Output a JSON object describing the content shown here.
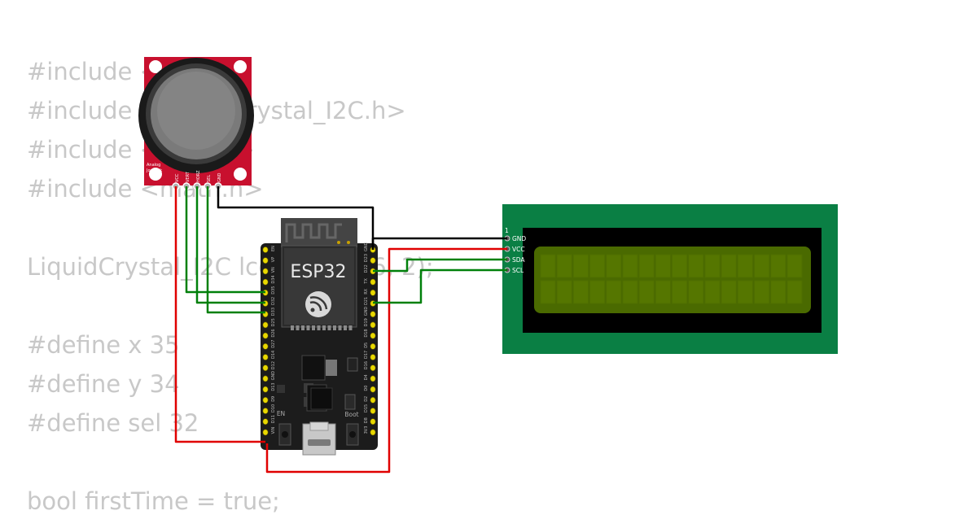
{
  "code": {
    "lines": [
      "#include <",
      "#include <LiquidCrystal_I2C.h>",
      "#include <Wire.h>",
      "#include <math.h>",
      "LiquidCrystal_I2C lcd(0x27, 16, 2);",
      "#define x 35",
      "#define y 34",
      "#define sel 32",
      "bool firstTime = true;"
    ]
  },
  "joystick": {
    "label_line1": "Analog",
    "label_line2": "Joystick",
    "pins": [
      "VCC",
      "VERT",
      "HORZ",
      "SEL",
      "GND"
    ],
    "board_color": "#c8102e"
  },
  "esp32": {
    "title": "ESP32",
    "en_label": "EN",
    "boot_label": "Boot",
    "left_pins": [
      "EN",
      "VP",
      "VN",
      "D34",
      "D35",
      "D32",
      "D33",
      "D25",
      "D26",
      "D27",
      "D14",
      "D12",
      "GND",
      "D13",
      "D9",
      "D10",
      "D11",
      "VIN"
    ],
    "right_pins": [
      "GND",
      "D23",
      "D22",
      "TX",
      "RX",
      "D21",
      "GND",
      "D19",
      "D18",
      "D5",
      "D17",
      "D16",
      "D4",
      "D0",
      "D2",
      "D15",
      "D8",
      "3V3"
    ]
  },
  "lcd": {
    "pin_marker": "1",
    "pins": [
      "GND",
      "VCC",
      "SDA",
      "SCL"
    ],
    "board_color": "#0a7f44",
    "screen_color": "#4a6a00"
  },
  "wire_colors": {
    "power": "#e00000",
    "ground": "#000000",
    "signal": "#00800a"
  }
}
